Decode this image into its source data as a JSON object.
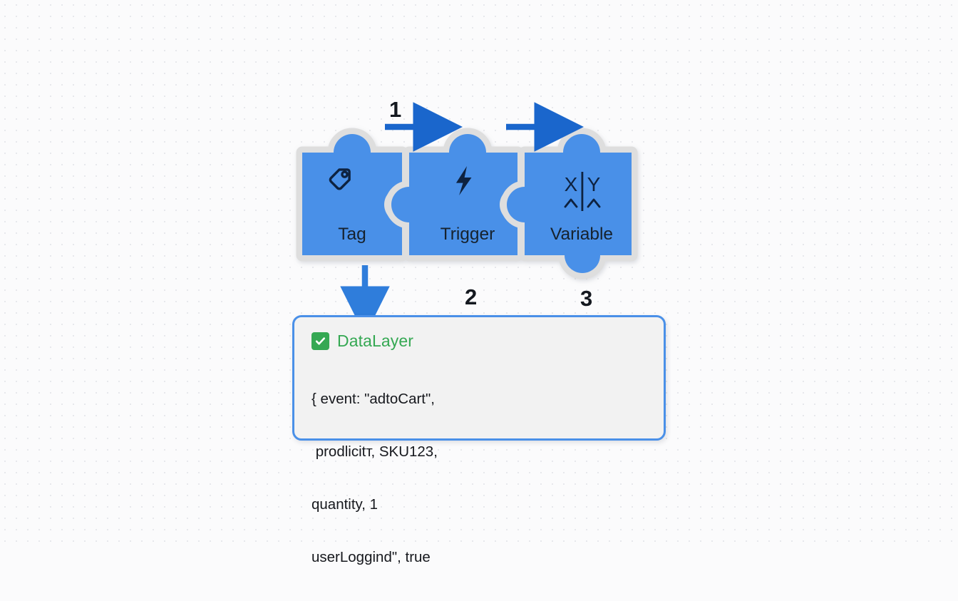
{
  "diagram": {
    "title": "Google Tag Manager puzzle flow",
    "background": {
      "color": "#fbfbfc",
      "pattern": "dot-grid"
    },
    "colors": {
      "piece_fill": "#4a90e8",
      "piece_outline": "#dcdcdc",
      "arrow": "#1a66cc",
      "icon": "#10233f",
      "panel_border": "#4a90e8",
      "panel_fill": "#f2f2f2",
      "check_green": "#35a853",
      "label_text": "#14181f"
    },
    "pieces": [
      {
        "id": "tag",
        "label": "Tag",
        "icon": "tag-icon"
      },
      {
        "id": "trigger",
        "label": "Trigger",
        "icon": "lightning-bolt-icon"
      },
      {
        "id": "variable",
        "label": "Variable",
        "icon": "variable-xy-icon"
      }
    ],
    "variable_icon_glyphs": {
      "top_left": "X",
      "top_right": "Y",
      "bottom_left": "^",
      "bottom_right": "^",
      "divider": "|"
    },
    "steps": [
      {
        "number": "1",
        "describes": "arrow from Tag to Trigger"
      },
      {
        "number": "2",
        "describes": "Trigger piece / downward flow"
      },
      {
        "number": "3",
        "describes": "Variable piece bottom connector"
      }
    ],
    "arrows": [
      {
        "id": "tag-to-trigger",
        "direction": "right"
      },
      {
        "id": "trigger-to-variable",
        "direction": "right"
      },
      {
        "id": "tag-to-datalayer",
        "direction": "down"
      }
    ],
    "datalayer": {
      "title": "DataLayer",
      "checkbox_checked": true,
      "check_icon": "check-icon",
      "code_lines": [
        "{ event: \"adtoCart\",",
        " prodlicitт, SKU123,",
        "quantity, 1",
        "userLoggind\", true"
      ]
    }
  }
}
